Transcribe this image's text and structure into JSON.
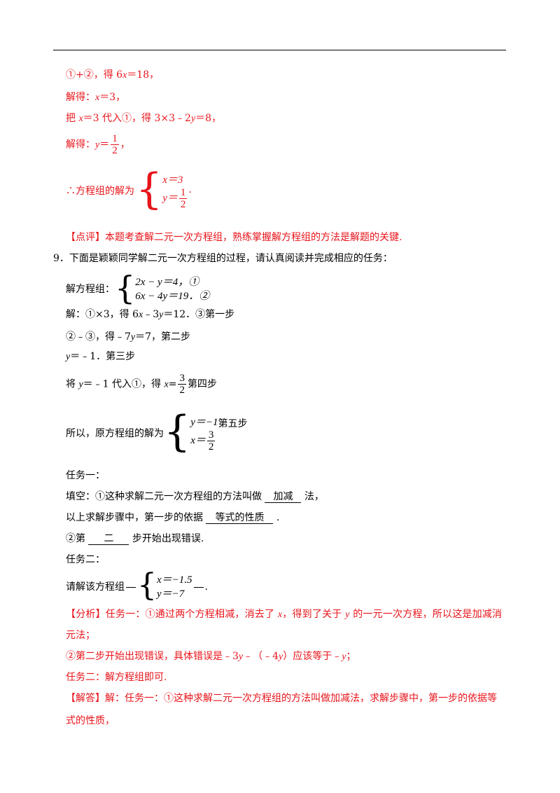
{
  "l1": {
    "a": "①+②，得 6",
    "x": "x",
    "b": "＝18，"
  },
  "l2": {
    "a": "解得：",
    "x": "x",
    "b": "＝3，"
  },
  "l3": {
    "a": "把 ",
    "x": "x",
    "b": "＝3 代入①，得 3×3﹣2",
    "y": "y",
    "c": "＝8，"
  },
  "l4": {
    "a": "解得：",
    "y": "y",
    "eq": "＝",
    "num": "1",
    "den": "2",
    "tail": "，"
  },
  "l5": {
    "a": "∴方程组的解为",
    "r1": "x＝3",
    "r2y": "y＝",
    "num": "1",
    "den": "2",
    "tail": "."
  },
  "l6": {
    "text": "【点评】本题考查解二元一次方程组，熟练掌握解方程组的方法是解题的关键."
  },
  "q9": {
    "num": "9．",
    "text": "下面是颖颖同学解二元一次方程组的过程，请认真阅读并完成相应的任务："
  },
  "sys1": {
    "label": "解方程组：",
    "r1": "2x − y＝4，①",
    "r2": "6x − 4y＝19．②"
  },
  "s1": {
    "a": "解：①×3，得 6",
    "x": "x",
    "b": "﹣3",
    "y": "y",
    "c": "＝12．③第一步"
  },
  "s2": {
    "a": "②﹣③，得﹣7",
    "y": "y",
    "b": "＝7，第二步"
  },
  "s3": {
    "y": "y",
    "a": "＝﹣1．第三步"
  },
  "s4": {
    "a": "将 ",
    "y": "y",
    "b": "＝﹣1 代入①，得 ",
    "x": "x",
    "eq": "=",
    "num": "3",
    "den": "2",
    "c": "第四步"
  },
  "s5": {
    "a": "所以，原方程组的解为",
    "r1": "y＝−1",
    "r2x": "x＝",
    "num": "3",
    "den": "2",
    "c": "第五步"
  },
  "t1": {
    "text": "任务一："
  },
  "f1": {
    "a": "填空：①这种求解二元一次方程组的方法叫做 ",
    "blank": "加减",
    "b": " 法，"
  },
  "f2": {
    "a": "以上求解步骤中，第一步的依据 ",
    "blank": "等式的性质",
    "b": " ."
  },
  "f3": {
    "a": "②第 ",
    "blank": "二",
    "b": " 步开始出现错误."
  },
  "t2": {
    "text": "任务二："
  },
  "sys2": {
    "label": "请解该方程组 ",
    "r1": "x＝−1.5",
    "r2": "y＝−7",
    "tail": "."
  },
  "a1": {
    "a": "【分析】任务一：①通过两个方程相减，消去了 ",
    "x": "x",
    "b": "，得到了关于 ",
    "y": "y",
    "c": " 的一元一次方程，所以这是加减消"
  },
  "a2": {
    "text": "元法；"
  },
  "a3": {
    "a": "②第二步开始出现错误，具体错误是﹣3",
    "y1": "y",
    "b": "﹣（﹣4",
    "y2": "y",
    "c": "）应该等于﹣",
    "y3": "y",
    "d": "；"
  },
  "a4": {
    "text": "任务二：解方程组即可."
  },
  "a5": {
    "text": "【解答】解：任务一：①这种求解二元一次方程组的方法叫做加减法，求解步骤中，第一步的依据等"
  },
  "a6": {
    "text": "式的性质，"
  },
  "colors": {
    "red": "#e8141b",
    "black": "#000000"
  }
}
